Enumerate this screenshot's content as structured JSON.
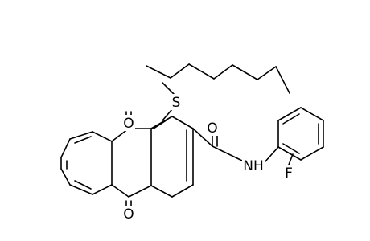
{
  "molecule": {
    "atom_labels": {
      "O1": "O",
      "O2": "O",
      "O3": "O",
      "S": "S",
      "NH": "NH",
      "F": "F"
    },
    "colors": {
      "bond": "#000000",
      "label": "#000000",
      "background": "#ffffff"
    }
  }
}
